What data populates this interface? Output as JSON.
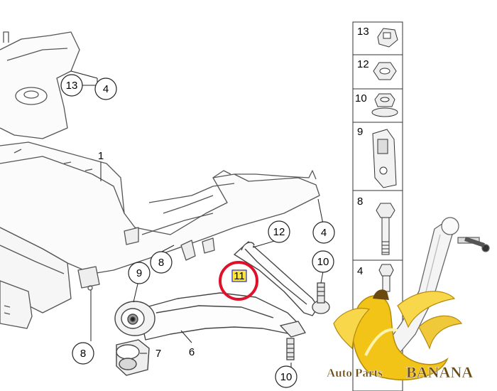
{
  "diagram": {
    "callouts": [
      {
        "key": "c13_top",
        "label": "13"
      },
      {
        "key": "c4_top",
        "label": "4"
      },
      {
        "key": "c1",
        "label": "1"
      },
      {
        "key": "c12",
        "label": "12"
      },
      {
        "key": "c4_right",
        "label": "4"
      },
      {
        "key": "c8_mid",
        "label": "8"
      },
      {
        "key": "c9",
        "label": "9"
      },
      {
        "key": "c10_right",
        "label": "10"
      },
      {
        "key": "c11",
        "label": "11"
      },
      {
        "key": "c7",
        "label": "7"
      },
      {
        "key": "c6",
        "label": "6"
      },
      {
        "key": "c8_bottom",
        "label": "8"
      },
      {
        "key": "c10_bottom",
        "label": "10"
      }
    ],
    "highlighted_label": "11"
  },
  "parts_list": [
    {
      "number": "13",
      "icon": "clip-nut-icon"
    },
    {
      "number": "12",
      "icon": "hex-nut-icon"
    },
    {
      "number": "10",
      "icon": "collar-nut-icon"
    },
    {
      "number": "9",
      "icon": "bracket-plate-icon"
    },
    {
      "number": "8",
      "icon": "hex-bolt-icon"
    },
    {
      "number": "4",
      "icon": "short-bolt-icon"
    }
  ],
  "watermark": {
    "brand_prefix": "Auto Parts",
    "brand_name": "BANANA",
    "accent_color": "#f2c418",
    "text_color": "#6b4a10"
  },
  "highlight_color": "#e0102a"
}
